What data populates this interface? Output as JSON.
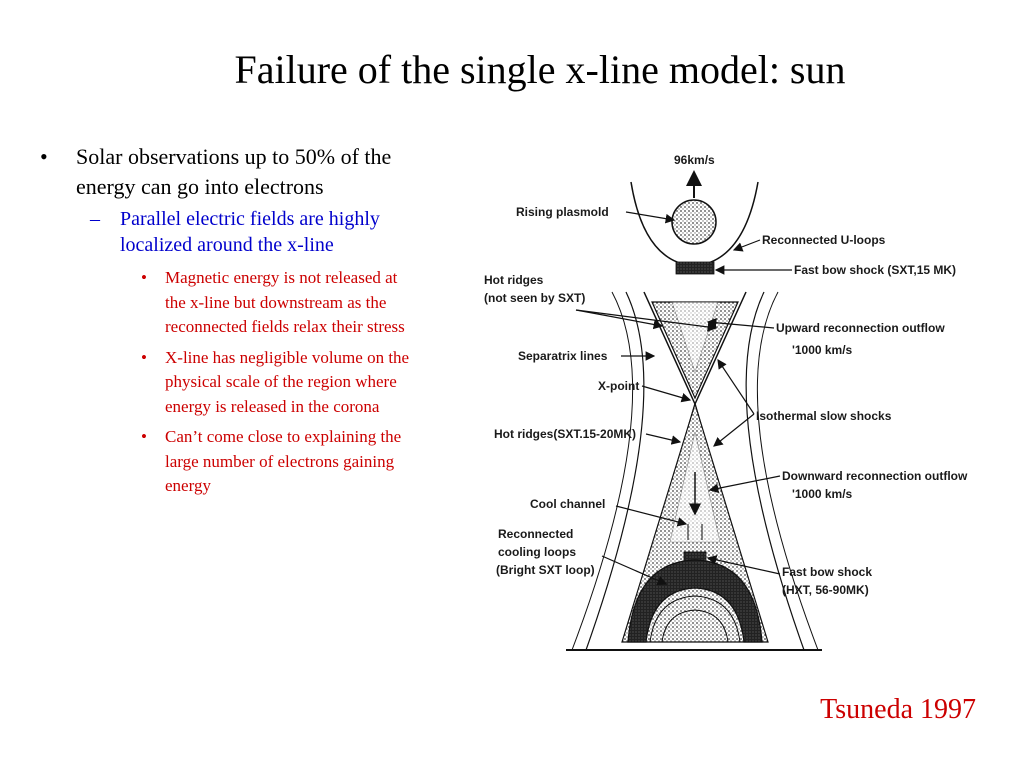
{
  "slide": {
    "title": "Failure of the single x-line model: sun",
    "bullet1": "Solar observations up to 50% of the energy can go into electrons",
    "bullet1_marker": "•",
    "bullet2": "Parallel electric fields are highly localized around the x-line",
    "bullet2_marker": "–",
    "bullet3_marker": "•",
    "subbullets": [
      "Magnetic energy is not released at the x-line but downstream as the reconnected fields relax their stress",
      "X-line has negligible volume on the physical scale of the region where energy is released in the corona",
      "Can’t come close to explaining the large number of electrons gaining energy"
    ],
    "citation": "Tsuneda 1997"
  },
  "figure": {
    "labels": {
      "velocity_top": "96km/s",
      "rising_plasmoid": "Rising plasmold",
      "reconnected_u_loops": "Reconnected U-loops",
      "fast_bow_shock_top": "Fast bow shock (SXT,15 MK)",
      "hot_ridges_1": "Hot ridges",
      "hot_ridges_1b": "(not seen by SXT)",
      "upward_outflow": "Upward reconnection outflow",
      "upward_speed": "'1000 km/s",
      "separatrix_lines": "Separatrix lines",
      "x_point": "X-point",
      "isothermal_slow_shocks": "Isothermal  slow shocks",
      "hot_ridges_2": "Hot ridges(SXT.15-20MK)",
      "downward_outflow": "Downward reconnection outflow",
      "downward_speed": "'1000 km/s",
      "cool_channel": "Cool channel",
      "reconnected_1": "Reconnected",
      "reconnected_2": "cooling loops",
      "reconnected_3": "(Bright SXT loop)",
      "fast_bow_shock_bottom_1": "Fast bow shock",
      "fast_bow_shock_bottom_2": "(HXT, 56-90MK)"
    }
  }
}
